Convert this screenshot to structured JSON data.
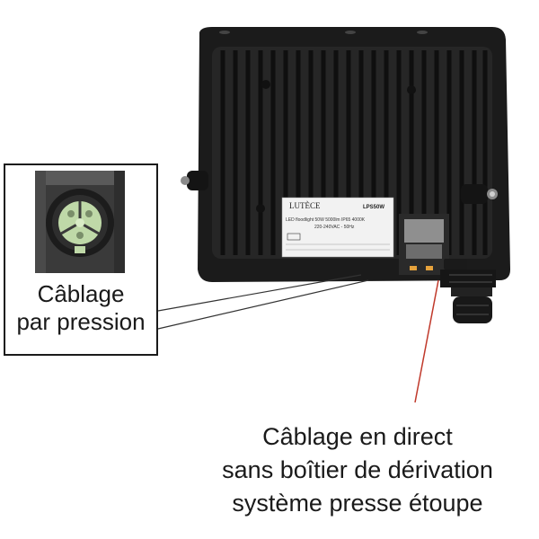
{
  "inset": {
    "caption_line1": "Câblage",
    "caption_line2": "par pression"
  },
  "main_caption": {
    "line1": "Câblage en direct",
    "line2": "sans boîtier de dérivation",
    "line3": "système presse étoupe"
  },
  "product_label": {
    "brand": "LUTÈCE",
    "model": "LPS50W",
    "spec_line1": "LED floodlight 50W 5000lm IP65 4000K",
    "spec_line2": "220-240VAC - 50Hz"
  },
  "colors": {
    "housing": "#1c1c1c",
    "callout_line": "#c0392b",
    "connector_green": "#bfd9a8"
  }
}
